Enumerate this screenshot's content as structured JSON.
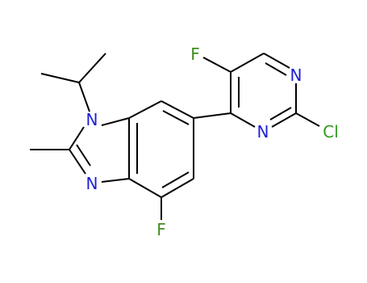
{
  "molecule": {
    "colors": {
      "N": "#1f1fd6",
      "F": "#3e8c1e",
      "Cl": "#2f9a1f",
      "bond": "#000000"
    },
    "atoms": {
      "f_pyrimidine": "F",
      "n_pyrimidine_top": "N",
      "n_pyrimidine_bottom": "N",
      "cl": "Cl",
      "n_imidazole_1": "N",
      "n_imidazole_3": "N",
      "f_benzene": "F"
    }
  }
}
